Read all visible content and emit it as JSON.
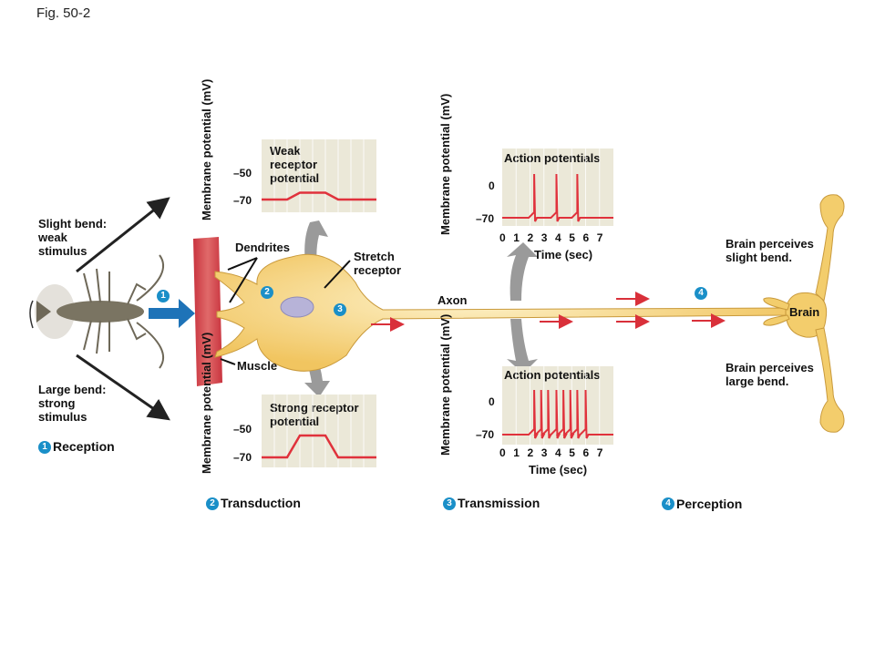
{
  "figure_label": "Fig. 50-2",
  "stimulus": {
    "slight": "Slight bend:\nweak\nstimulus",
    "large": "Large bend:\nstrong\nstimulus"
  },
  "labels": {
    "dendrites": "Dendrites",
    "stretch_receptor": "Stretch\nreceptor",
    "muscle": "Muscle",
    "axon": "Axon",
    "brain": "Brain",
    "brain_slight": "Brain perceives\nslight bend.",
    "brain_large": "Brain perceives\nlarge bend."
  },
  "badges": [
    "1",
    "2",
    "3",
    "4"
  ],
  "steps": [
    {
      "num": "1",
      "label": "Reception"
    },
    {
      "num": "2",
      "label": "Transduction"
    },
    {
      "num": "3",
      "label": "Transmission"
    },
    {
      "num": "4",
      "label": "Perception"
    }
  ],
  "chart_data": [
    {
      "type": "line",
      "title": "Weak receptor potential",
      "ylabel": "Membrane potential (mV)",
      "yticks": [
        "–50",
        "–70"
      ],
      "baseline_mv": -70,
      "peak_mv": -65
    },
    {
      "type": "line",
      "title": "Strong receptor potential",
      "ylabel": "Membrane potential (mV)",
      "yticks": [
        "–50",
        "–70"
      ],
      "baseline_mv": -70,
      "peak_mv": -55
    },
    {
      "type": "line",
      "title": "Action potentials",
      "ylabel": "Membrane potential (mV)",
      "xlabel": "Time (sec)",
      "yticks": [
        "0",
        "–70"
      ],
      "xticks": [
        "0",
        "1",
        "2",
        "3",
        "4",
        "5",
        "6",
        "7"
      ],
      "spike_times_sec": [
        2.3,
        3.9,
        5.4
      ]
    },
    {
      "type": "line",
      "title": "Action potentials",
      "ylabel": "Membrane potential (mV)",
      "xlabel": "Time (sec)",
      "yticks": [
        "0",
        "–70"
      ],
      "xticks": [
        "0",
        "1",
        "2",
        "3",
        "4",
        "5",
        "6",
        "7"
      ],
      "spike_times_sec": [
        2.3,
        2.8,
        3.3,
        3.9,
        4.4,
        4.9,
        5.4,
        6.0
      ]
    }
  ]
}
